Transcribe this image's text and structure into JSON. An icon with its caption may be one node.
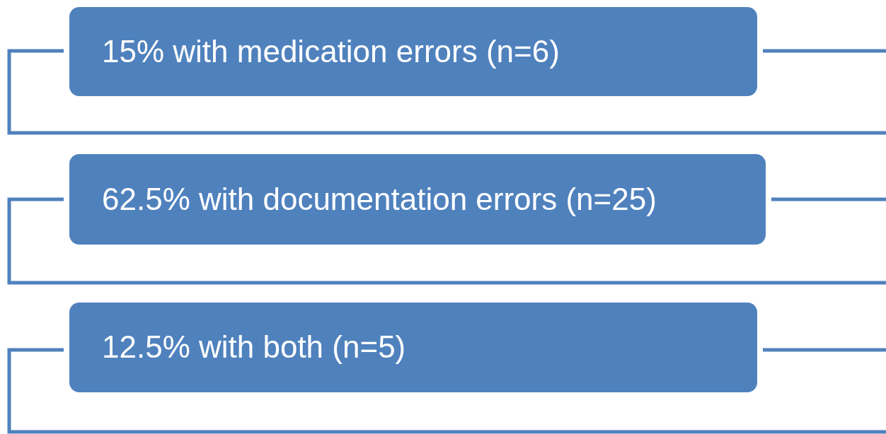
{
  "diagram": {
    "nodes": [
      {
        "text": [
          "15% with medication errors (n=6)"
        ]
      },
      {
        "text": [
          "62.5% with documentation errors (n=25)"
        ]
      },
      {
        "text": [
          "12.5% with both (n=5)"
        ]
      }
    ]
  }
}
